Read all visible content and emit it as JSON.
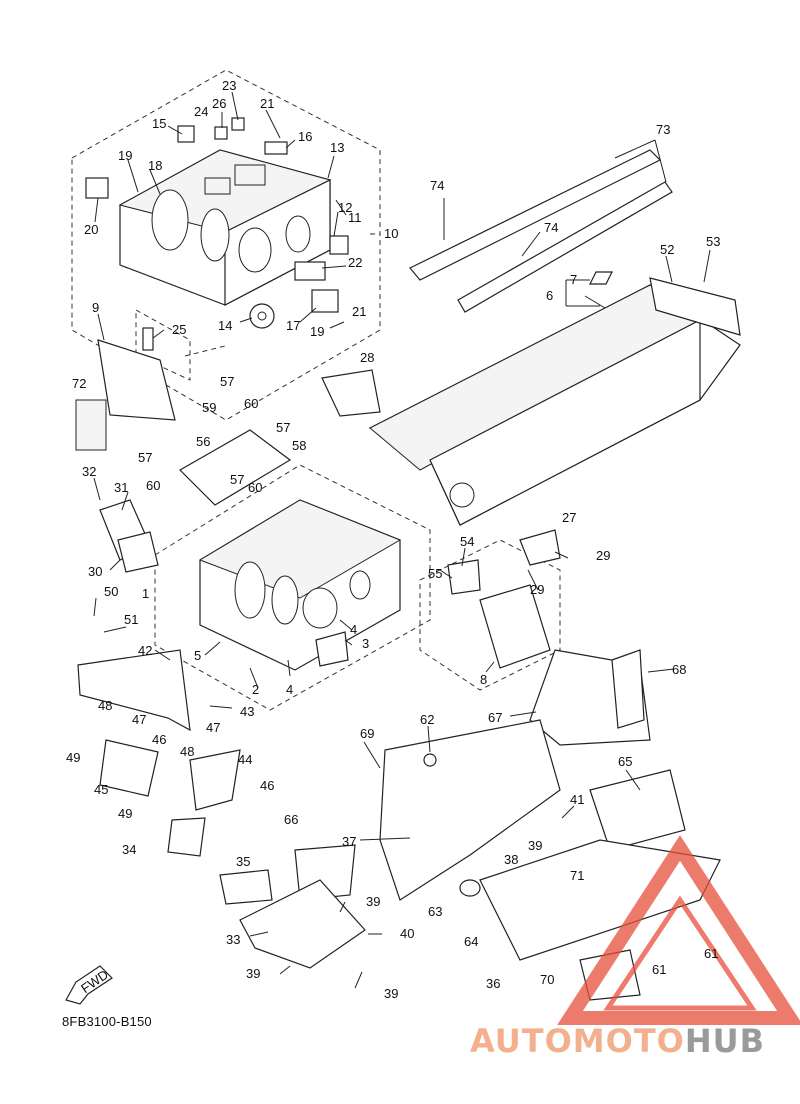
{
  "diagram_code": "8FB3100-B150",
  "fwd_label": "FWD",
  "watermark": {
    "part1": "AUTOMOTO",
    "part2": "HUB",
    "color_accent": "#e8503a",
    "color_gray": "#9a9a9a"
  },
  "callouts": [
    {
      "id": "c23",
      "text": "23"
    },
    {
      "id": "c26",
      "text": "26"
    },
    {
      "id": "c21a",
      "text": "21"
    },
    {
      "id": "c24",
      "text": "24"
    },
    {
      "id": "c15",
      "text": "15"
    },
    {
      "id": "c16",
      "text": "16"
    },
    {
      "id": "c13",
      "text": "13"
    },
    {
      "id": "c19a",
      "text": "19"
    },
    {
      "id": "c18",
      "text": "18"
    },
    {
      "id": "c12",
      "text": "12"
    },
    {
      "id": "c11",
      "text": "11"
    },
    {
      "id": "c10",
      "text": "10"
    },
    {
      "id": "c20",
      "text": "20"
    },
    {
      "id": "c22",
      "text": "22"
    },
    {
      "id": "c21b",
      "text": "21"
    },
    {
      "id": "c14",
      "text": "14"
    },
    {
      "id": "c17",
      "text": "17"
    },
    {
      "id": "c19b",
      "text": "19"
    },
    {
      "id": "c9",
      "text": "9"
    },
    {
      "id": "c25",
      "text": "25"
    },
    {
      "id": "c72",
      "text": "72"
    },
    {
      "id": "c28",
      "text": "28"
    },
    {
      "id": "c57a",
      "text": "57"
    },
    {
      "id": "c59",
      "text": "59"
    },
    {
      "id": "c60a",
      "text": "60"
    },
    {
      "id": "c56",
      "text": "56"
    },
    {
      "id": "c57b",
      "text": "57"
    },
    {
      "id": "c58",
      "text": "58"
    },
    {
      "id": "c57c",
      "text": "57"
    },
    {
      "id": "c60b",
      "text": "60"
    },
    {
      "id": "c57d",
      "text": "57"
    },
    {
      "id": "c60c",
      "text": "60"
    },
    {
      "id": "c32",
      "text": "32"
    },
    {
      "id": "c31",
      "text": "31"
    },
    {
      "id": "c30",
      "text": "30"
    },
    {
      "id": "c50",
      "text": "50"
    },
    {
      "id": "c51",
      "text": "51"
    },
    {
      "id": "c1",
      "text": "1"
    },
    {
      "id": "c42",
      "text": "42"
    },
    {
      "id": "c5",
      "text": "5"
    },
    {
      "id": "c4a",
      "text": "4"
    },
    {
      "id": "c3",
      "text": "3"
    },
    {
      "id": "c4b",
      "text": "4"
    },
    {
      "id": "c2",
      "text": "2"
    },
    {
      "id": "c43",
      "text": "43"
    },
    {
      "id": "c48a",
      "text": "48"
    },
    {
      "id": "c47a",
      "text": "47"
    },
    {
      "id": "c46a",
      "text": "46"
    },
    {
      "id": "c49a",
      "text": "49"
    },
    {
      "id": "c45",
      "text": "45"
    },
    {
      "id": "c47b",
      "text": "47"
    },
    {
      "id": "c48b",
      "text": "48"
    },
    {
      "id": "c44",
      "text": "44"
    },
    {
      "id": "c46b",
      "text": "46"
    },
    {
      "id": "c49b",
      "text": "49"
    },
    {
      "id": "c34",
      "text": "34"
    },
    {
      "id": "c73",
      "text": "73"
    },
    {
      "id": "c74a",
      "text": "74"
    },
    {
      "id": "c74b",
      "text": "74"
    },
    {
      "id": "c52",
      "text": "52"
    },
    {
      "id": "c53",
      "text": "53"
    },
    {
      "id": "c7",
      "text": "7"
    },
    {
      "id": "c6",
      "text": "6"
    },
    {
      "id": "c27",
      "text": "27"
    },
    {
      "id": "c29a",
      "text": "29"
    },
    {
      "id": "c54",
      "text": "54"
    },
    {
      "id": "c55",
      "text": "55"
    },
    {
      "id": "c29b",
      "text": "29"
    },
    {
      "id": "c8",
      "text": "8"
    },
    {
      "id": "c68",
      "text": "68"
    },
    {
      "id": "c67",
      "text": "67"
    },
    {
      "id": "c62",
      "text": "62"
    },
    {
      "id": "c69",
      "text": "69"
    },
    {
      "id": "c65",
      "text": "65"
    },
    {
      "id": "c41",
      "text": "41"
    },
    {
      "id": "c37",
      "text": "37"
    },
    {
      "id": "c39a",
      "text": "39"
    },
    {
      "id": "c38",
      "text": "38"
    },
    {
      "id": "c71",
      "text": "71"
    },
    {
      "id": "c66",
      "text": "66"
    },
    {
      "id": "c35",
      "text": "35"
    },
    {
      "id": "c39b",
      "text": "39"
    },
    {
      "id": "c33",
      "text": "33"
    },
    {
      "id": "c40",
      "text": "40"
    },
    {
      "id": "c63",
      "text": "63"
    },
    {
      "id": "c64",
      "text": "64"
    },
    {
      "id": "c39c",
      "text": "39"
    },
    {
      "id": "c39d",
      "text": "39"
    },
    {
      "id": "c36",
      "text": "36"
    },
    {
      "id": "c70",
      "text": "70"
    },
    {
      "id": "c61a",
      "text": "61"
    },
    {
      "id": "c61b",
      "text": "61"
    }
  ]
}
